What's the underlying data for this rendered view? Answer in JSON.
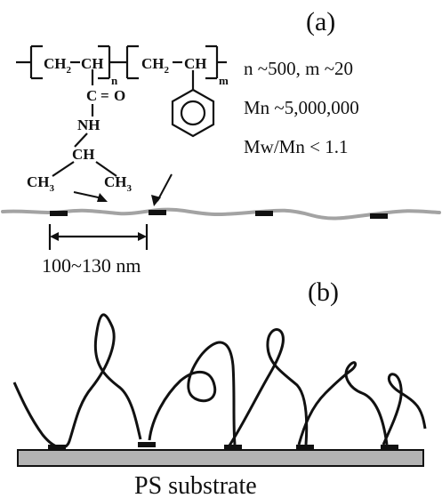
{
  "panels": {
    "a_label": "(a)",
    "b_label": "(b)"
  },
  "chemistry": {
    "left_unit_ch2": "CH",
    "left_unit_ch2_sub": "2",
    "left_unit_ch": "CH",
    "left_subscript": "n",
    "carbonyl_c": "C",
    "carbonyl_eq": "=",
    "carbonyl_o": "O",
    "nh": "NH",
    "isopropyl_ch": "CH",
    "methyl_left": "CH",
    "methyl_left_sub": "3",
    "methyl_right": "CH",
    "methyl_right_sub": "3",
    "right_unit_ch2": "CH",
    "right_unit_ch2_sub": "2",
    "right_unit_ch": "CH",
    "right_subscript": "m"
  },
  "properties": {
    "line1": "n ~500, m ~20",
    "line2": "Mn ~5,000,000",
    "line3": "Mw/Mn < 1.1"
  },
  "measurement": {
    "label": "100~130 nm"
  },
  "substrate": {
    "label": "PS substrate",
    "fill_color": "#b3b3b3",
    "stroke_color": "#111111"
  },
  "colors": {
    "chain": "#a3a3a3",
    "ink": "#111111"
  }
}
